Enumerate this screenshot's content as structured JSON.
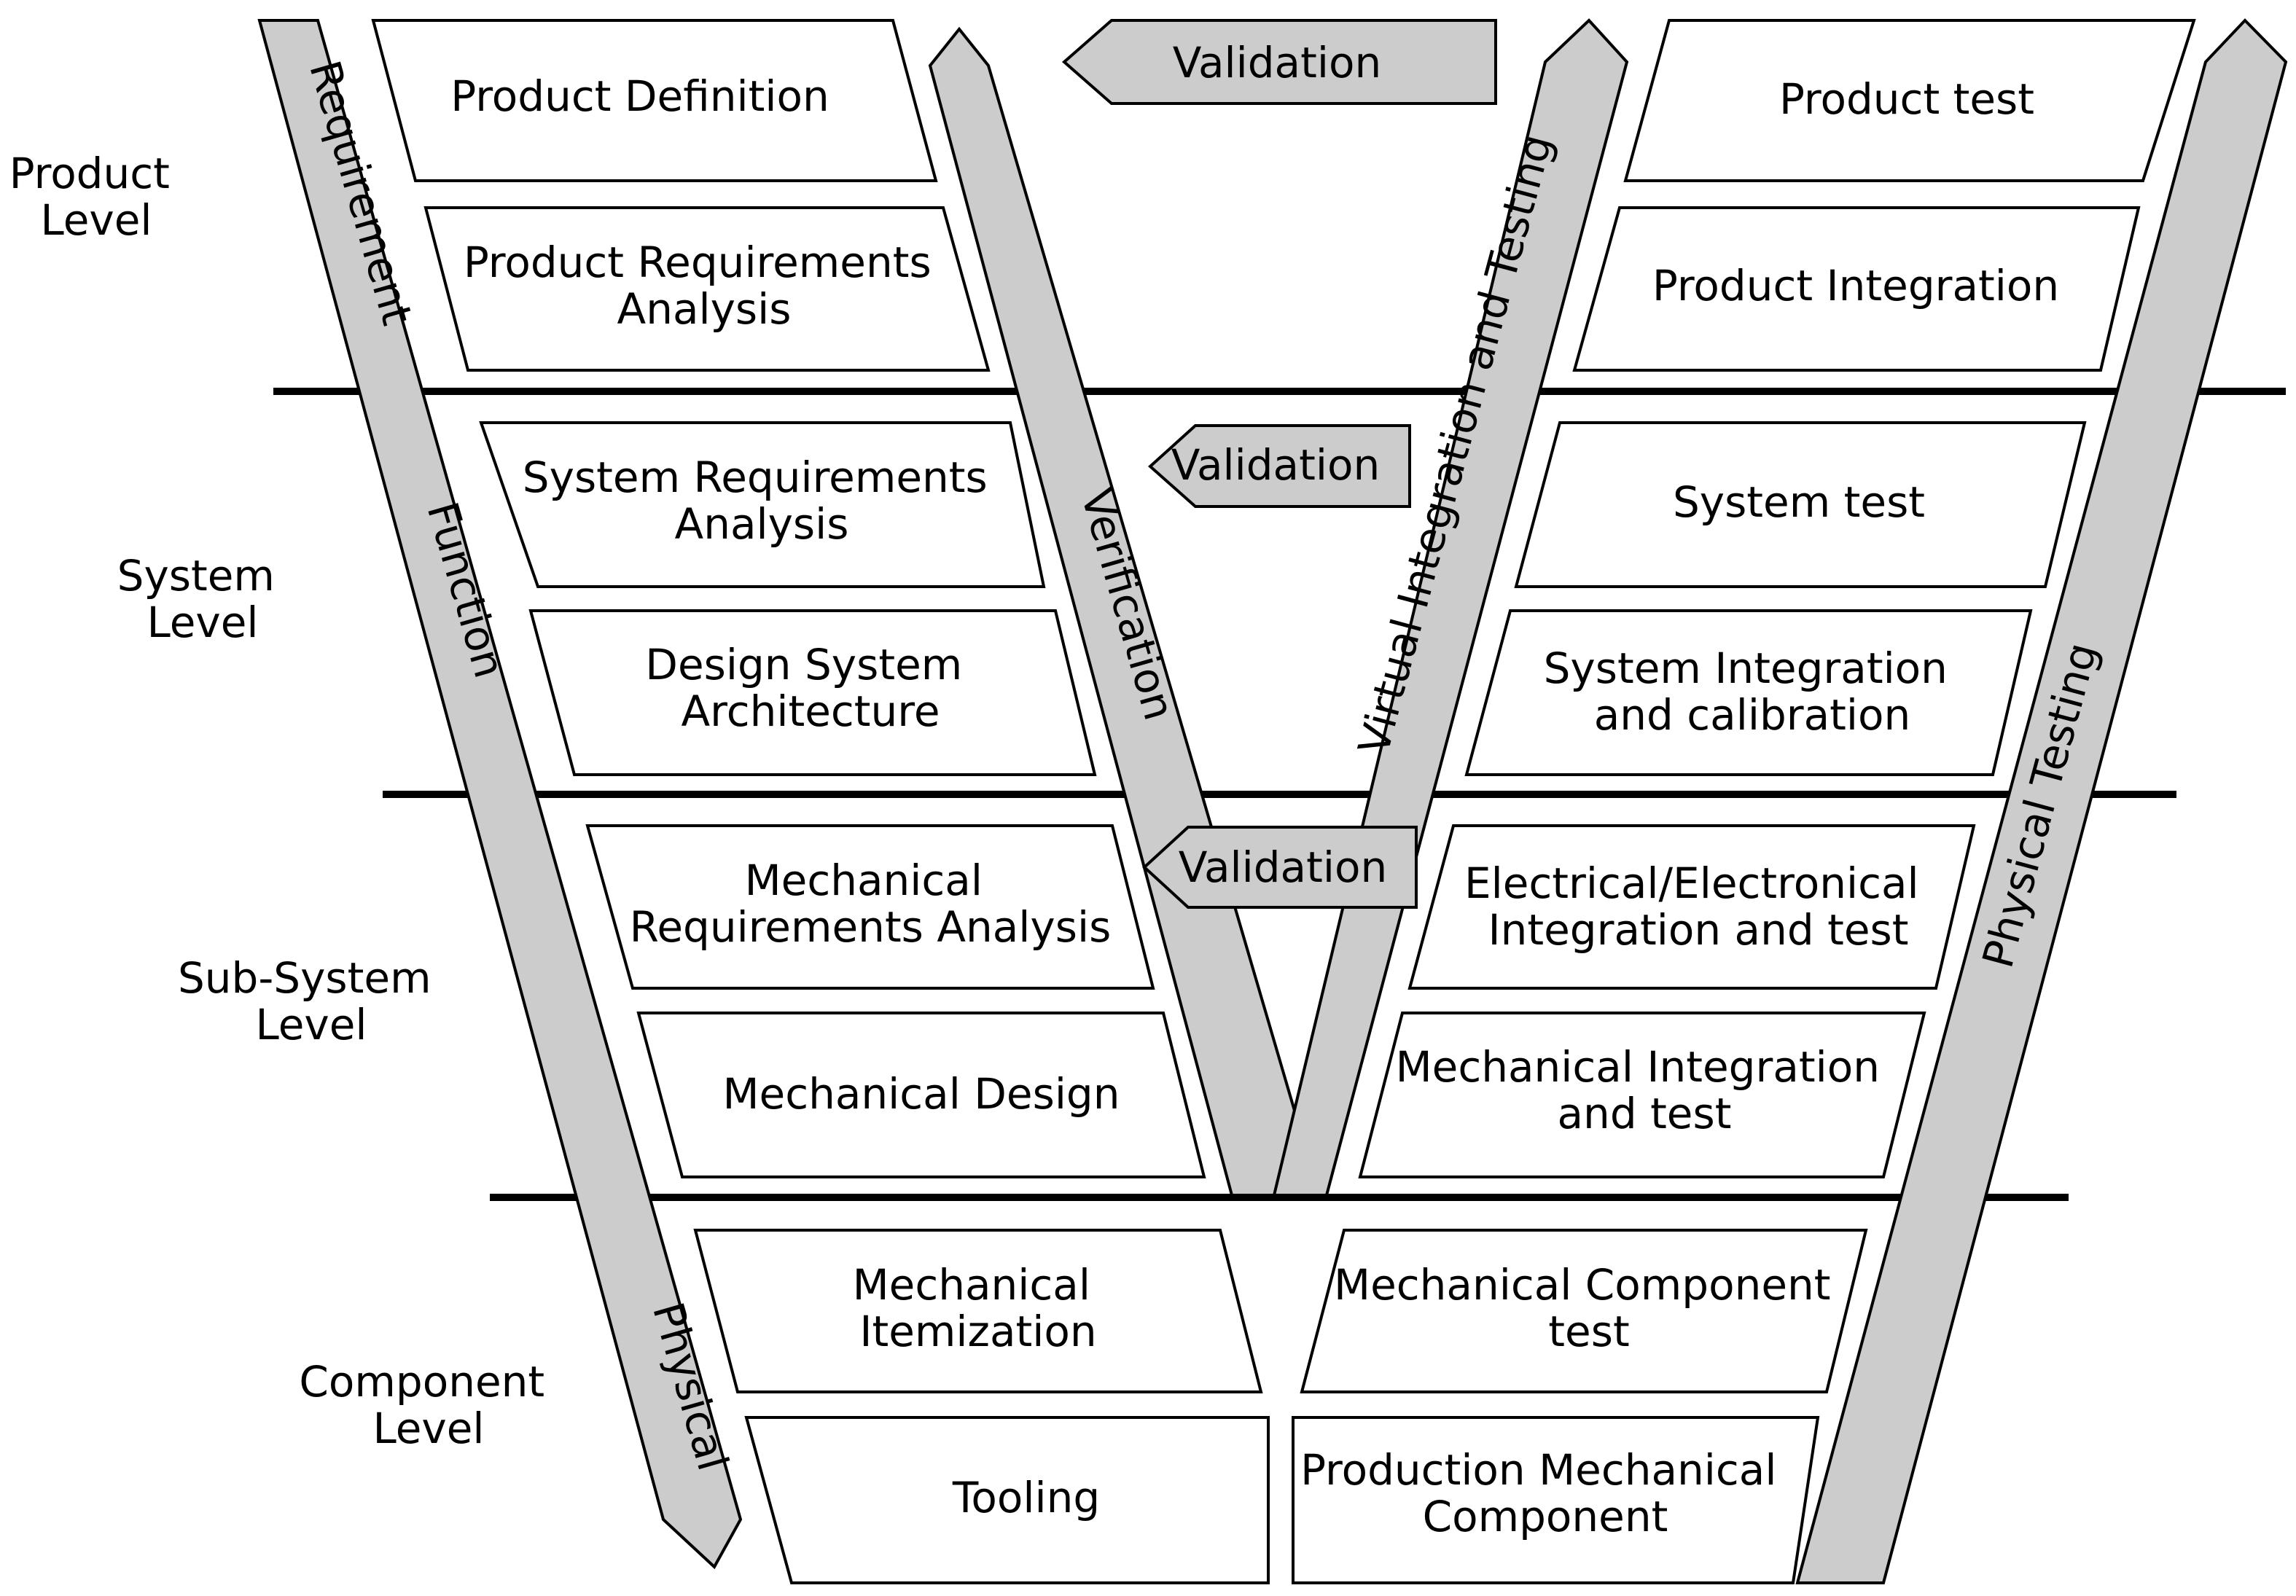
{
  "levels": {
    "product": [
      "Product",
      "Level"
    ],
    "system": [
      "System",
      "Level"
    ],
    "subsystem": [
      "Sub-System",
      "Level"
    ],
    "component": [
      "Component",
      "Level"
    ]
  },
  "left_boxes": {
    "product_definition": [
      "Product Definition"
    ],
    "product_requirements": [
      "Product Requirements",
      "Analysis"
    ],
    "system_requirements": [
      "System Requirements",
      "Analysis"
    ],
    "design_system": [
      "Design System",
      "Architecture"
    ],
    "mechanical_requirements": [
      "Mechanical",
      "Requirements Analysis"
    ],
    "mechanical_design": [
      "Mechanical Design"
    ],
    "mechanical_itemization": [
      "Mechanical",
      "Itemization"
    ],
    "tooling": [
      "Tooling"
    ]
  },
  "right_boxes": {
    "product_test": [
      "Product test"
    ],
    "product_integration": [
      "Product Integration"
    ],
    "system_test": [
      "System test"
    ],
    "system_integration": [
      "System Integration",
      "and calibration"
    ],
    "electrical_integration": [
      "Electrical/Electronical",
      "Integration and test"
    ],
    "mechanical_integration": [
      "Mechanical Integration",
      "and test"
    ],
    "mechanical_component_test": [
      "Mechanical Component",
      "test"
    ],
    "production_component": [
      "Production Mechanical",
      "Component"
    ]
  },
  "bands": {
    "requirement": "Requirement",
    "function": "Function",
    "physical": "Physical",
    "verification": "Verification",
    "virtual_integration": "Virtual Integration and Testing",
    "physical_testing": "Physical Testing"
  },
  "validation_arrows": [
    "Validation",
    "Validation",
    "Validation"
  ],
  "colors": {
    "band_fill": "#cccccc",
    "stroke": "#000000",
    "background": "#ffffff"
  }
}
